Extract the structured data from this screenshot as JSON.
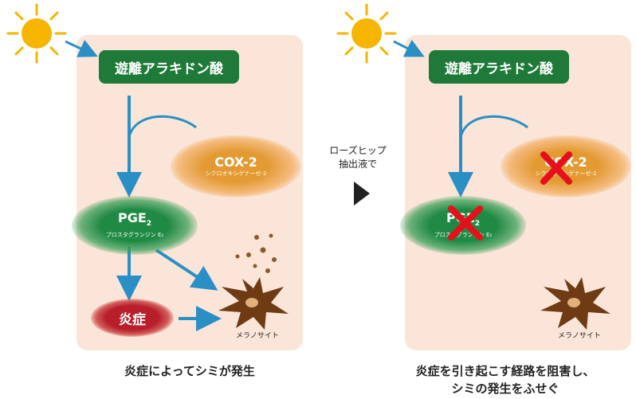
{
  "left_panel": {
    "top_box": "遊離アラキドン酸",
    "cox_name": "COX-2",
    "cox_sub": "シクロオキシゲナーゼ-2",
    "pge_name": "PGE",
    "pge_sub_num": "2",
    "pge_sub": "プロスタグランジン E₂",
    "inflammation": "炎症",
    "melanocyte": "メラノサイト",
    "caption": "炎症によってシミが発生"
  },
  "middle": {
    "line1": "ローズヒップ",
    "line2": "抽出液で"
  },
  "right_panel": {
    "top_box": "遊離アラキドン酸",
    "cox_name": "COX-2",
    "cox_sub": "シクロオキシゲナーゼ-2",
    "pge_name": "PGE",
    "pge_sub_num": "2",
    "pge_sub": "プロスタグランジン E₂",
    "melanocyte": "メラノサイト",
    "caption_line1": "炎症を引き起こす経路を阻害し、",
    "caption_line2": "シミの発生をふせぐ"
  },
  "colors": {
    "panel_bg": "#fbe5d8",
    "box_green": "#1f7a3a",
    "arrow_blue": "#2a8fc4",
    "cox_orange": "#e39a33",
    "inflammation_red": "#b81f2a",
    "cross_red": "#e5101c",
    "sun_yellow": "#f7b500",
    "melanocyte_brown": "#6e3b14"
  },
  "icons": [
    "sun-icon",
    "arrow-icon",
    "cross-icon",
    "melanocyte-icon",
    "play-triangle-icon"
  ]
}
